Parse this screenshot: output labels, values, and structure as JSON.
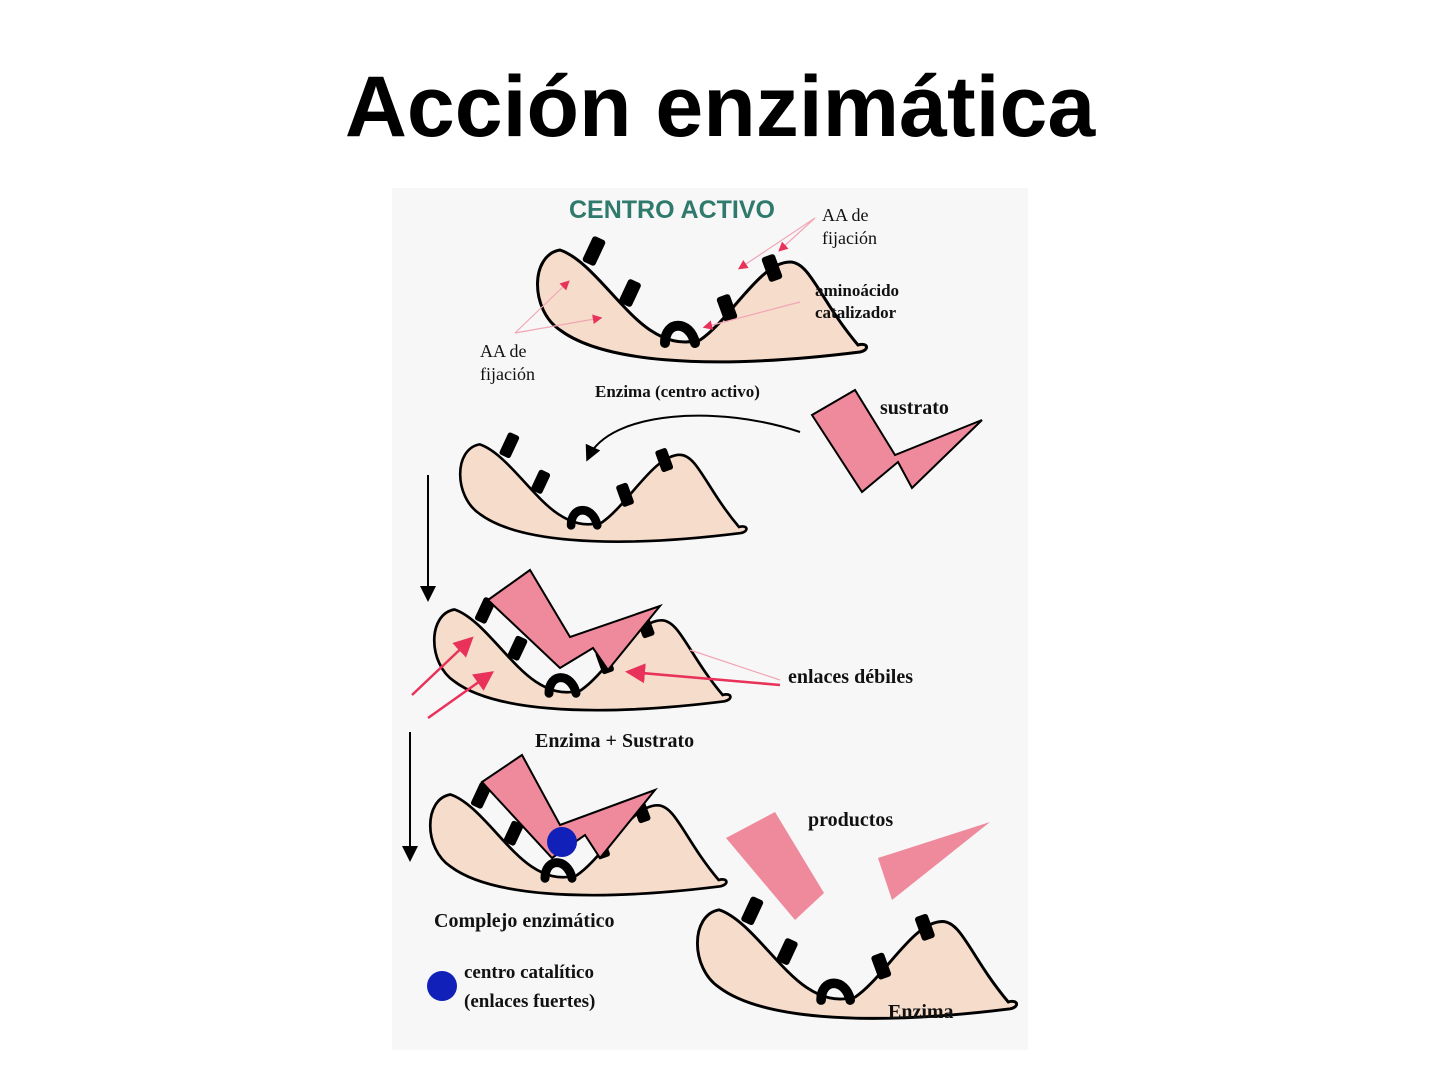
{
  "slide": {
    "title": "Acción enzimática"
  },
  "diagram": {
    "header": "CENTRO ACTIVO",
    "labels": {
      "aa_fijacion_top_1": "AA de",
      "aa_fijacion_top_2": "fijación",
      "aa_fijacion_left_1": "AA de",
      "aa_fijacion_left_2": "fijación",
      "catalizador_1": "aminoácido",
      "catalizador_2": "catalizador",
      "enzima_centro": "Enzima (centro activo)",
      "sustrato": "sustrato",
      "enlaces_debiles": "enlaces débiles",
      "enzima_sustrato": "Enzima + Sustrato",
      "productos": "productos",
      "complejo": "Complejo enzimático",
      "legend_1": "centro catalítico",
      "legend_2": "(enlaces fuertes)",
      "enzima": "Enzima"
    },
    "colors": {
      "enzyme": "#f5dccb",
      "substrate": "#ef8a9c",
      "arrow": "#e8325a",
      "catalytic": "#1020b8",
      "header": "#2f7a6c"
    }
  }
}
